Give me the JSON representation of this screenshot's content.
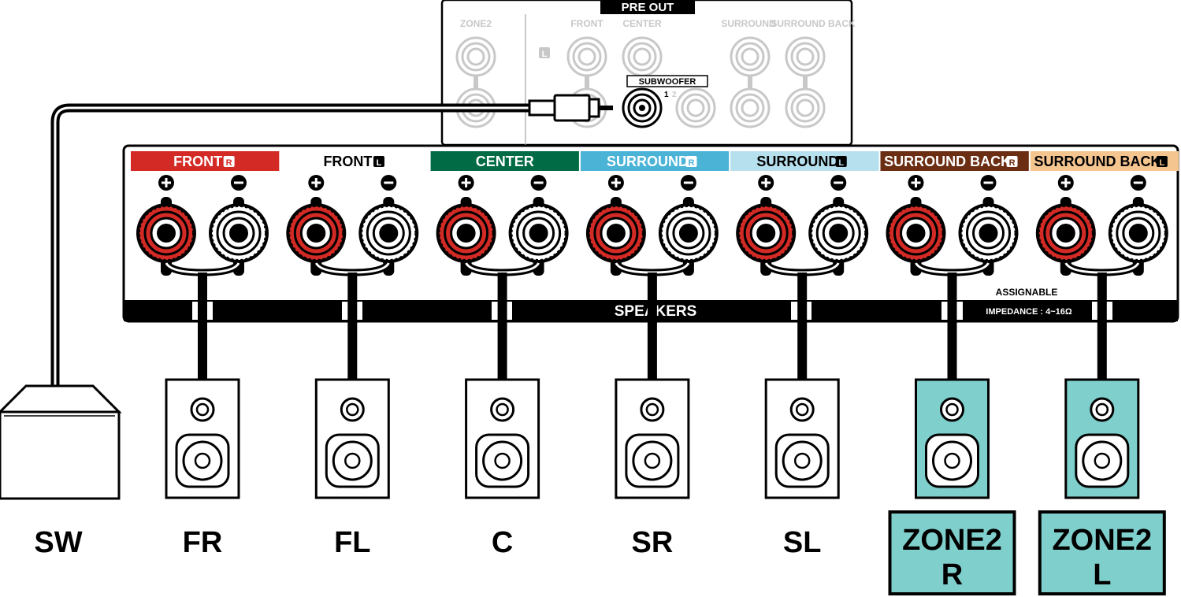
{
  "pre_out": {
    "title": "PRE OUT",
    "zone2": "ZONE2",
    "front": "FRONT",
    "center": "CENTER",
    "surround": "SURROUND",
    "surround_back": "SURROUND BACK",
    "l_badge": "L",
    "subwoofer": "SUBWOOFER",
    "sub1": "1",
    "sub2": "2"
  },
  "speakers_panel": {
    "title": "SPEAKERS",
    "assignable": "ASSIGNABLE",
    "impedance": "IMPEDANCE : 4~16Ω",
    "channels": [
      {
        "name": "FRONT",
        "badge": "R",
        "color": "#d42a25",
        "text_color": "#ffffff"
      },
      {
        "name": "FRONT",
        "badge": "L",
        "color": "#ffffff",
        "text_color": "#000000"
      },
      {
        "name": "CENTER",
        "badge": "",
        "color": "#006b45",
        "text_color": "#ffffff"
      },
      {
        "name": "SURROUND",
        "badge": "R",
        "color": "#4ab3d6",
        "text_color": "#ffffff"
      },
      {
        "name": "SURROUND",
        "badge": "L",
        "color": "#b6e0ee",
        "text_color": "#000000"
      },
      {
        "name": "SURROUND BACK",
        "badge": "R",
        "color": "#6b2e12",
        "text_color": "#ffffff"
      },
      {
        "name": "SURROUND BACK",
        "badge": "L",
        "color": "#f5c590",
        "text_color": "#000000"
      }
    ]
  },
  "terminal_colors": {
    "positive": "#d42a25",
    "negative": "#ffffff"
  },
  "speakers": [
    {
      "label": "FR",
      "zone": false
    },
    {
      "label": "FL",
      "zone": false
    },
    {
      "label": "C",
      "zone": false
    },
    {
      "label": "SR",
      "zone": false
    },
    {
      "label": "SL",
      "zone": false
    },
    {
      "label_line1": "ZONE2",
      "label_line2": "R",
      "zone": true
    },
    {
      "label_line1": "ZONE2",
      "label_line2": "L",
      "zone": true
    }
  ],
  "subwoofer_label": "SW",
  "zone_color": "#7fcfcc"
}
